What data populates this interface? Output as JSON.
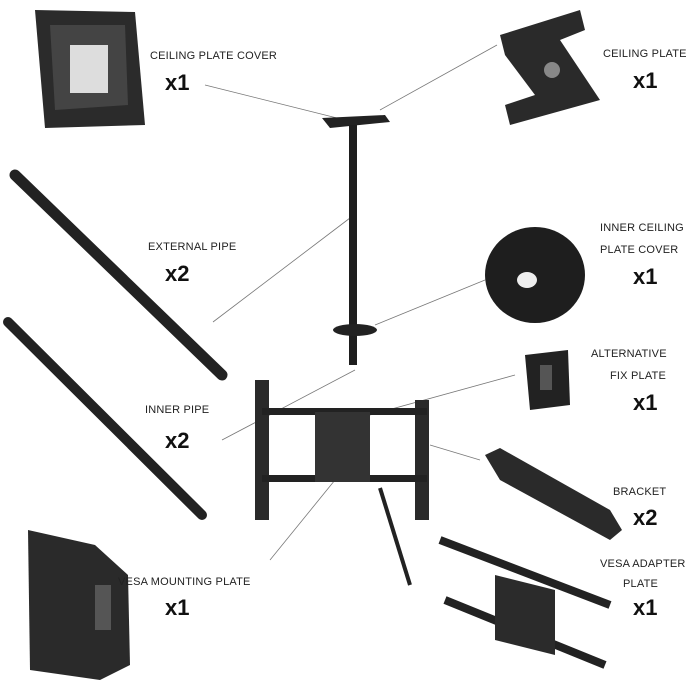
{
  "parts": [
    {
      "name": "CEILING PLATE COVER",
      "qty": "x1"
    },
    {
      "name": "CEILING PLATE",
      "qty": "x1"
    },
    {
      "name": "EXTERNAL PIPE",
      "qty": "x2"
    },
    {
      "name_line1": "INNER CEILING",
      "name_line2": "PLATE COVER",
      "qty": "x1"
    },
    {
      "name_line1": "ALTERNATIVE",
      "name_line2": "FIX PLATE",
      "qty": "x1"
    },
    {
      "name": "INNER PIPE",
      "qty": "x2"
    },
    {
      "name": "BRACKET",
      "qty": "x2"
    },
    {
      "name": "VESA MOUNTING PLATE",
      "qty": "x1"
    },
    {
      "name_line1": "VESA ADAPTER",
      "name_line2": "PLATE",
      "qty": "x1"
    }
  ]
}
